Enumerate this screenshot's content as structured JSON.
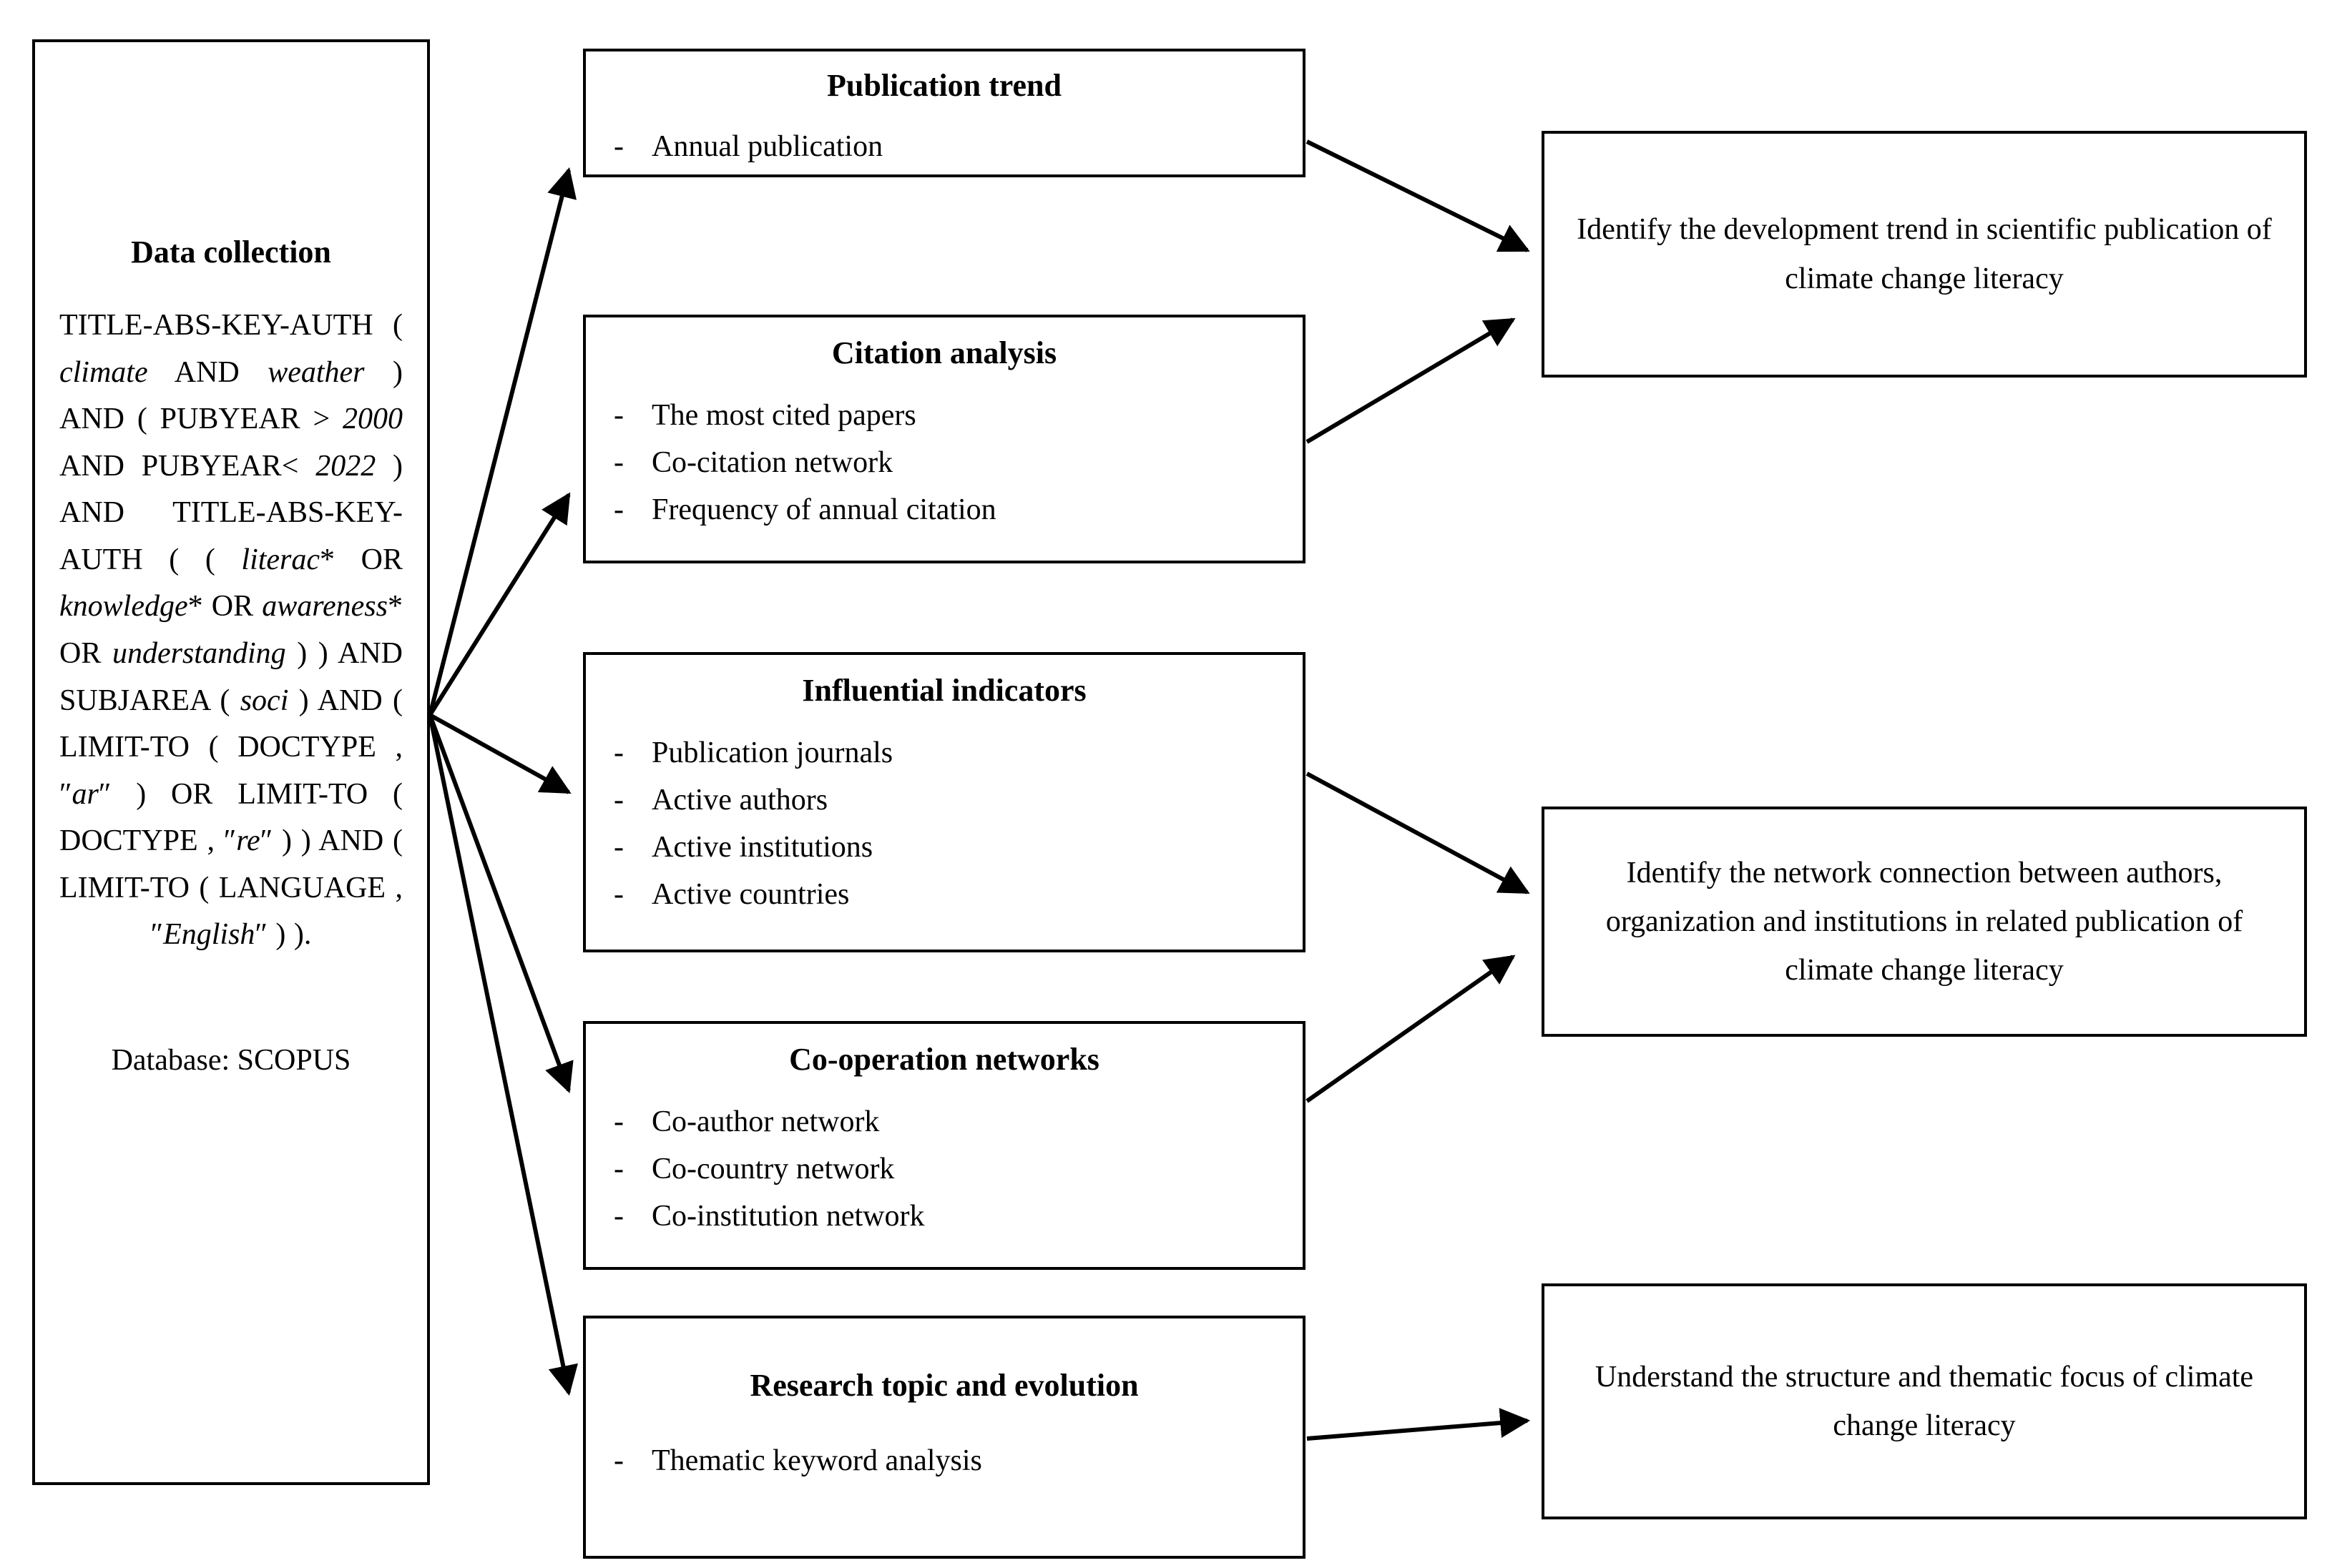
{
  "data_collection": {
    "title": "Data collection",
    "query": "TITLE-ABS-KEY-AUTH ( climate AND weather ) AND ( PUBYEAR > 2000 AND PUBYEAR< 2022 ) AND TITLE-ABS-KEY-AUTH ( ( literac* OR knowledge* OR awareness* OR understanding ) ) AND SUBJAREA ( soci ) AND ( LIMIT-TO ( DOCTYPE , \"ar\" ) OR LIMIT-TO ( DOCTYPE , \"re\" ) ) AND ( LIMIT-TO ( LANGUAGE , \"English\" ) ).",
    "query_parts": [
      {
        "text": "TITLE-ABS-KEY-AUTH ( ",
        "italic": false
      },
      {
        "text": "climate",
        "italic": true
      },
      {
        "text": " AND ",
        "italic": false
      },
      {
        "text": "weather",
        "italic": true
      },
      {
        "text": " ) AND ( PUBYEAR > ",
        "italic": false
      },
      {
        "text": "2000",
        "italic": true
      },
      {
        "text": " AND PUBYEAR< ",
        "italic": false
      },
      {
        "text": "2022",
        "italic": true
      },
      {
        "text": " ) AND TITLE-ABS-KEY-AUTH ( ( ",
        "italic": false
      },
      {
        "text": "literac",
        "italic": true
      },
      {
        "text": "* OR ",
        "italic": false
      },
      {
        "text": "knowledge",
        "italic": true
      },
      {
        "text": "* OR ",
        "italic": false
      },
      {
        "text": "awareness",
        "italic": true
      },
      {
        "text": "* OR ",
        "italic": false
      },
      {
        "text": "understanding",
        "italic": true
      },
      {
        "text": " ) ) AND SUBJAREA ( ",
        "italic": false
      },
      {
        "text": "soci",
        "italic": true
      },
      {
        "text": " ) AND ( LIMIT-TO ( DOCTYPE , ″",
        "italic": false
      },
      {
        "text": "ar",
        "italic": true
      },
      {
        "text": "″ ) OR LIMIT-TO ( DOCTYPE , ″",
        "italic": false
      },
      {
        "text": "re",
        "italic": true
      },
      {
        "text": "″ ) ) AND ( LIMIT-TO ( LANGUAGE , ″",
        "italic": false
      },
      {
        "text": "English",
        "italic": true
      },
      {
        "text": "″ ) ).",
        "italic": false
      }
    ],
    "database": "Database: SCOPUS"
  },
  "analysis_boxes": [
    {
      "id": "publication-trend",
      "title": "Publication trend",
      "items": [
        "Annual publication"
      ]
    },
    {
      "id": "citation-analysis",
      "title": "Citation analysis",
      "items": [
        "The most cited papers",
        "Co-citation network",
        "Frequency of annual citation"
      ]
    },
    {
      "id": "influential-indicators",
      "title": "Influential indicators",
      "items": [
        "Publication journals",
        "Active authors",
        "Active institutions",
        "Active countries"
      ]
    },
    {
      "id": "cooperation-networks",
      "title": "Co-operation networks",
      "items": [
        "Co-author network",
        "Co-country network",
        "Co-institution network"
      ]
    },
    {
      "id": "research-topic",
      "title": "Research topic and evolution",
      "items": [
        "Thematic keyword analysis"
      ]
    }
  ],
  "outcome_boxes": [
    {
      "id": "development-trend",
      "text": "Identify the development trend in scientific publication of climate change literacy"
    },
    {
      "id": "network-connection",
      "text": "Identify the network connection between authors, organization and institutions in related publication of climate change literacy"
    },
    {
      "id": "structure-focus",
      "text": "Understand the structure and thematic focus of climate change literacy"
    }
  ],
  "bullet_marker": "-",
  "colors": {
    "stroke": "#000000",
    "background": "#ffffff",
    "text": "#000000"
  },
  "connectors": [
    {
      "name": "data-collection-to-publication-trend",
      "from": "data-collection",
      "to": "publication-trend"
    },
    {
      "name": "data-collection-to-citation-analysis",
      "from": "data-collection",
      "to": "citation-analysis"
    },
    {
      "name": "data-collection-to-influential-indicators",
      "from": "data-collection",
      "to": "influential-indicators"
    },
    {
      "name": "data-collection-to-cooperation-networks",
      "from": "data-collection",
      "to": "cooperation-networks"
    },
    {
      "name": "data-collection-to-research-topic",
      "from": "data-collection",
      "to": "research-topic"
    },
    {
      "name": "publication-trend-to-development-trend",
      "from": "publication-trend",
      "to": "development-trend"
    },
    {
      "name": "citation-analysis-to-development-trend",
      "from": "citation-analysis",
      "to": "development-trend"
    },
    {
      "name": "influential-indicators-to-network-connection",
      "from": "influential-indicators",
      "to": "network-connection"
    },
    {
      "name": "cooperation-networks-to-network-connection",
      "from": "cooperation-networks",
      "to": "network-connection"
    },
    {
      "name": "research-topic-to-structure-focus",
      "from": "research-topic",
      "to": "structure-focus"
    }
  ]
}
